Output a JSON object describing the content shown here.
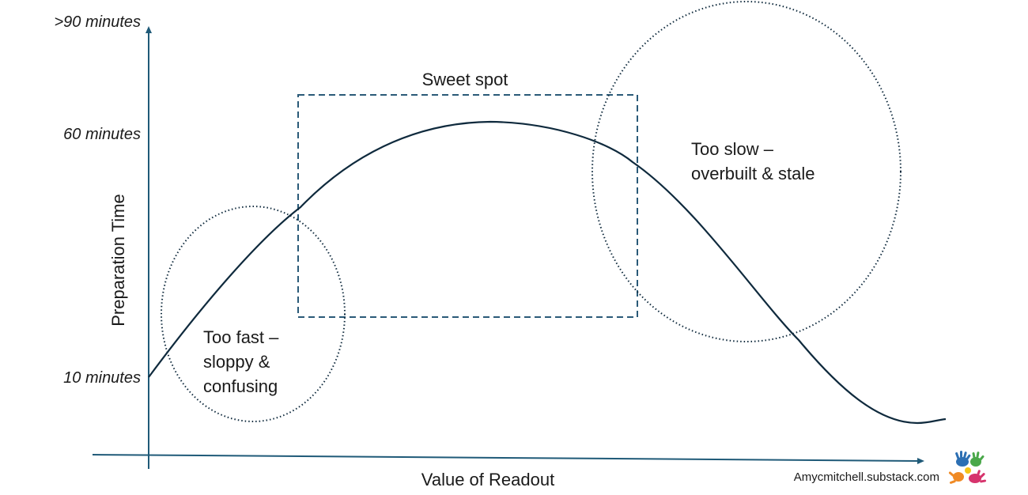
{
  "diagram": {
    "y_axis": {
      "title": "Preparation Time",
      "ticks": [
        ">90 minutes",
        "60 minutes",
        "10 minutes"
      ]
    },
    "x_axis": {
      "title": "Value of Readout"
    },
    "zones": {
      "sweet_spot": "Sweet spot",
      "too_fast": [
        "Too fast –",
        "sloppy &",
        "confusing"
      ],
      "too_slow": [
        "Too slow –",
        "overbuilt & stale"
      ]
    },
    "credit": "Amycmitchell.substack.com",
    "colors": {
      "axis": "#1f5a78",
      "curve": "#0f2a3d",
      "sweet_spot_border": "#2a5a78",
      "circles": "#0f2a3d"
    },
    "logo_icon": "colorful-hands-logo"
  }
}
